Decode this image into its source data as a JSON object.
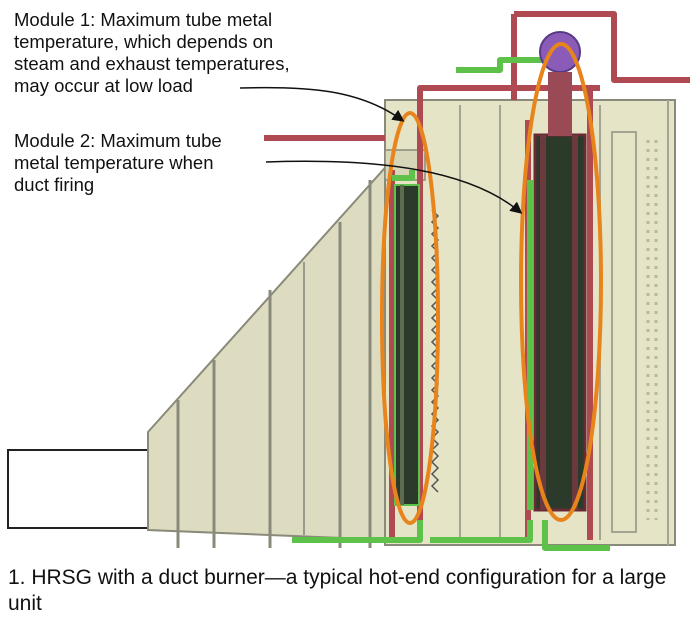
{
  "annotations": {
    "module_1": "Module 1: Maximum tube metal\ntemperature, which depends on\nsteam and exhaust temperatures,\nmay occur at low load",
    "module_2": "Module 2: Maximum tube\nmetal temperature when\nduct firing"
  },
  "caption": "1. HRSG with a duct burner—a typical hot-end configuration for a large unit",
  "colors": {
    "casing": "#e4e2c2",
    "casing_edge": "#8a8a7a",
    "pipe_red": "#b04a52",
    "pipe_green": "#5ec24a",
    "tube_dark": "#2c3a2c",
    "drum_purple": "#8a5cb8",
    "highlight_orange": "#e8841c"
  }
}
